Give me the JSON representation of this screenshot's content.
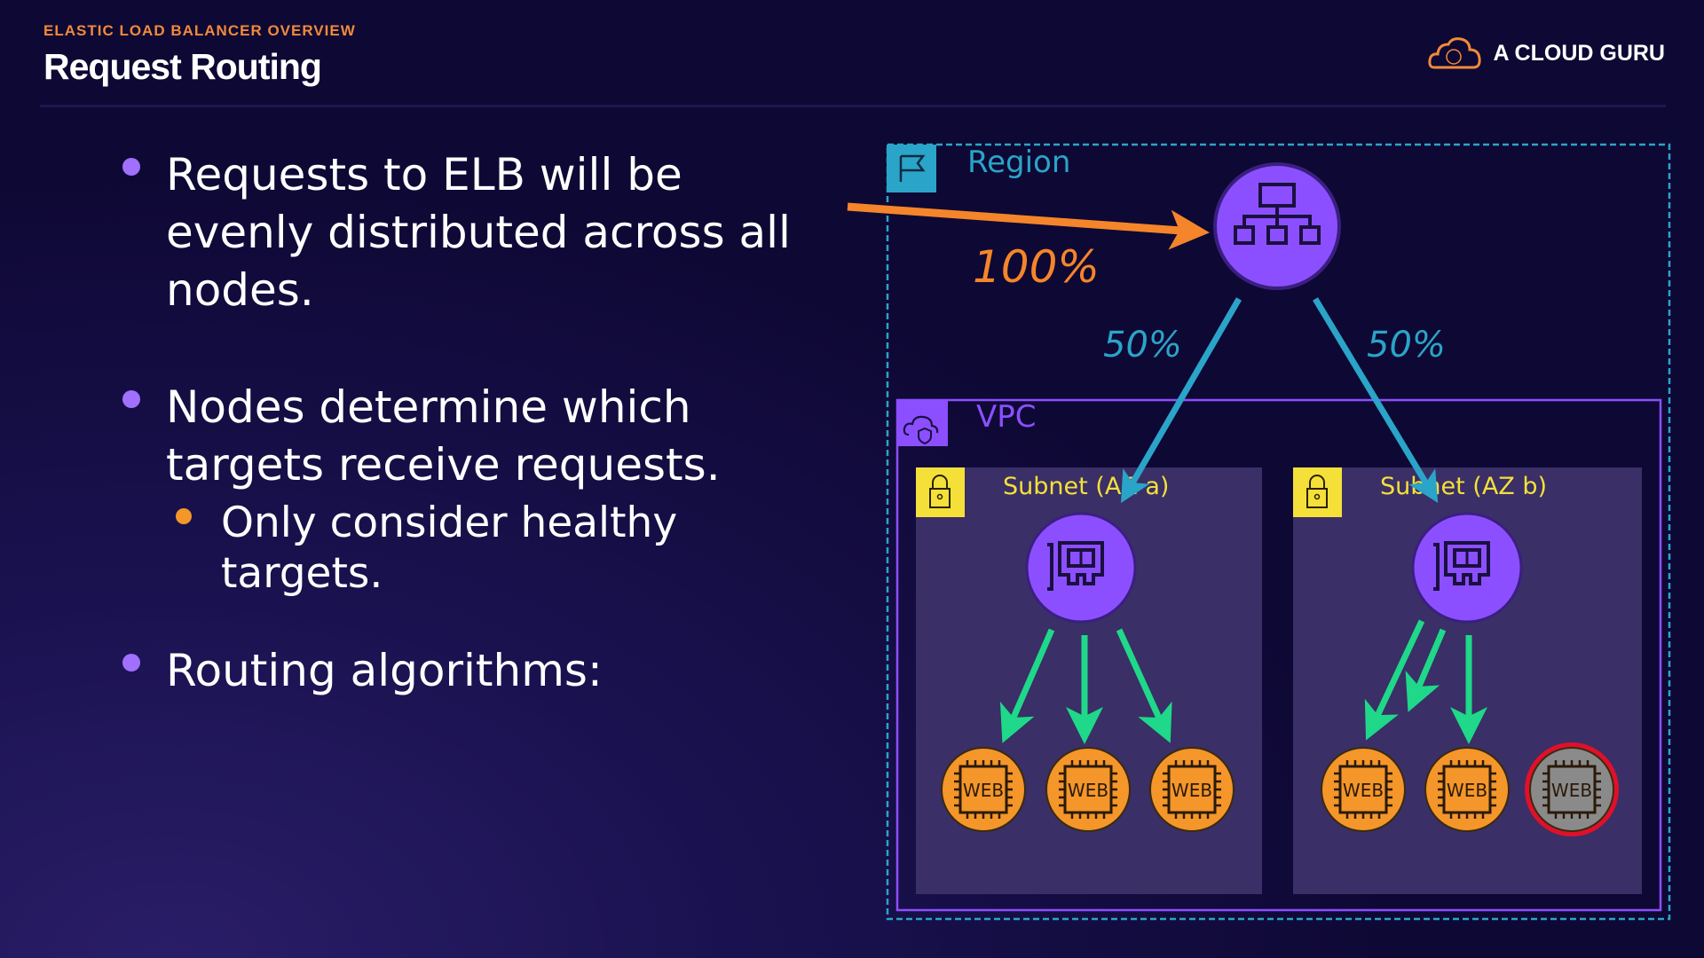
{
  "header": {
    "subtitle": "ELASTIC LOAD BALANCER OVERVIEW",
    "title": "Request Routing",
    "logo_text": "A CLOUD GURU"
  },
  "bullets": [
    {
      "lines": [
        "Requests to ELB will be",
        "evenly distributed across all",
        "nodes."
      ]
    },
    {
      "lines": [
        "Nodes determine which",
        "targets receive requests."
      ],
      "sub": {
        "lines": [
          "Only consider healthy",
          "targets."
        ]
      }
    },
    {
      "lines": [
        "Routing algorithms:"
      ]
    }
  ],
  "diagram": {
    "region_label": "Region",
    "vpc_label": "VPC",
    "incoming_percent": "100%",
    "left_percent": "50%",
    "right_percent": "50%",
    "subnets": [
      {
        "label": "Subnet (AZ a)",
        "targets": [
          {
            "label": "WEB",
            "healthy": true
          },
          {
            "label": "WEB",
            "healthy": true
          },
          {
            "label": "WEB",
            "healthy": true
          }
        ]
      },
      {
        "label": "Subnet (AZ b)",
        "targets": [
          {
            "label": "WEB",
            "healthy": true
          },
          {
            "label": "WEB",
            "healthy": true
          },
          {
            "label": "WEB",
            "healthy": false
          }
        ]
      }
    ]
  },
  "colors": {
    "accent_orange": "#f08a3a",
    "bullet_purple": "#a070ff",
    "region_cyan": "#2aa4c8",
    "vpc_purple": "#8c4fff",
    "subnet_yellow": "#f5e03a",
    "arrow_green": "#1fd889",
    "unhealthy_red": "#e0102a"
  }
}
